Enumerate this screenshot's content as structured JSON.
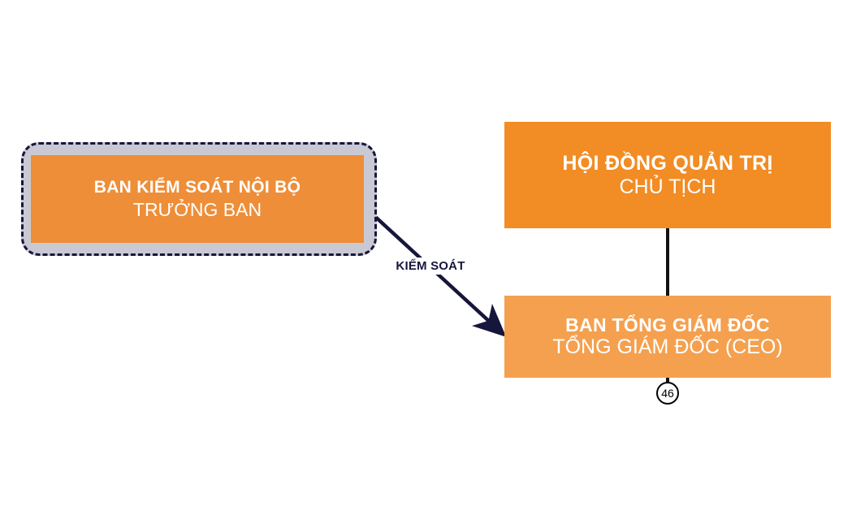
{
  "diagram": {
    "type": "organizational-chart",
    "background_color": "#ffffff",
    "nodes": [
      {
        "id": "audit",
        "title": "BAN KIỂM SOÁT NỘI BỘ",
        "subtitle": "TRƯỞNG BAN",
        "fill_color": "#ee8e38",
        "text_color": "#ffffff",
        "wrapper_fill_color": "#c9c9d4",
        "wrapper_border_color": "#16163c",
        "wrapper_border_style": "dashed"
      },
      {
        "id": "board",
        "title": "HỘI ĐỒNG QUẢN TRỊ",
        "subtitle": "CHỦ TỊCH",
        "fill_color": "#f28c24",
        "text_color": "#ffffff"
      },
      {
        "id": "exec",
        "title": "BAN TỔNG GIÁM ĐỐC",
        "subtitle": "TỔNG GIÁM ĐỐC (CEO)",
        "fill_color": "#f5a04e",
        "text_color": "#ffffff"
      }
    ],
    "edges": [
      {
        "id": "board-to-exec",
        "from": "board",
        "to": "exec",
        "label": "",
        "style": "solid",
        "color": "#111111",
        "arrow": false
      },
      {
        "id": "audit-to-exec",
        "from": "audit",
        "to": "exec",
        "label": "KIỂM SOÁT",
        "style": "solid",
        "color": "#16163c",
        "arrow": true
      }
    ],
    "markers": [
      {
        "id": "page-marker",
        "label": "46",
        "shape": "circle",
        "border_color": "#000000",
        "text_color": "#000000"
      }
    ]
  }
}
